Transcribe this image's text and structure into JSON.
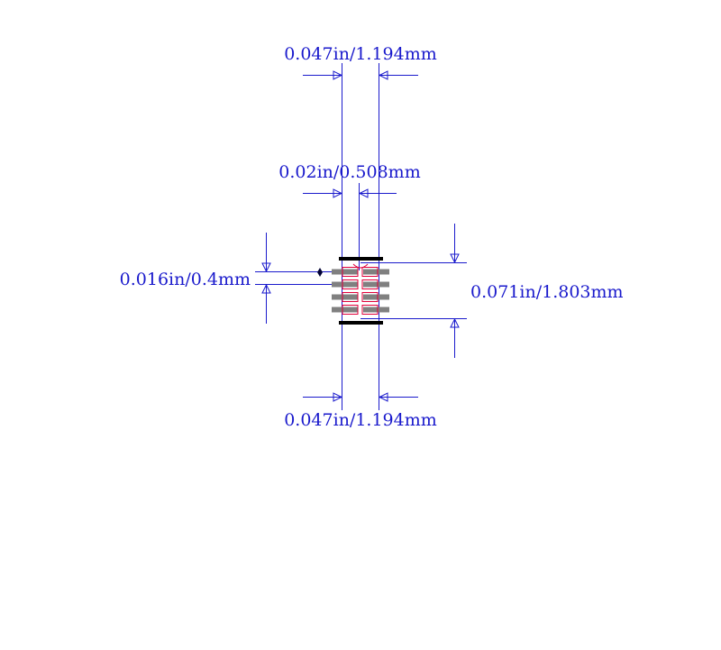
{
  "dimensions": {
    "top_width": "0.047in/1.194mm",
    "pad_pitch_x": "0.02in/0.508mm",
    "pitch_y": "0.016in/0.4mm",
    "height": "0.071in/1.803mm",
    "bottom_width": "0.047in/1.194mm"
  },
  "colors": {
    "dimension": "#1a1acc",
    "outline": "#e0003a",
    "pad": "#808080",
    "body_edge": "#000000",
    "background": "#ffffff"
  },
  "pin_rows": 4,
  "pin_columns": 2
}
